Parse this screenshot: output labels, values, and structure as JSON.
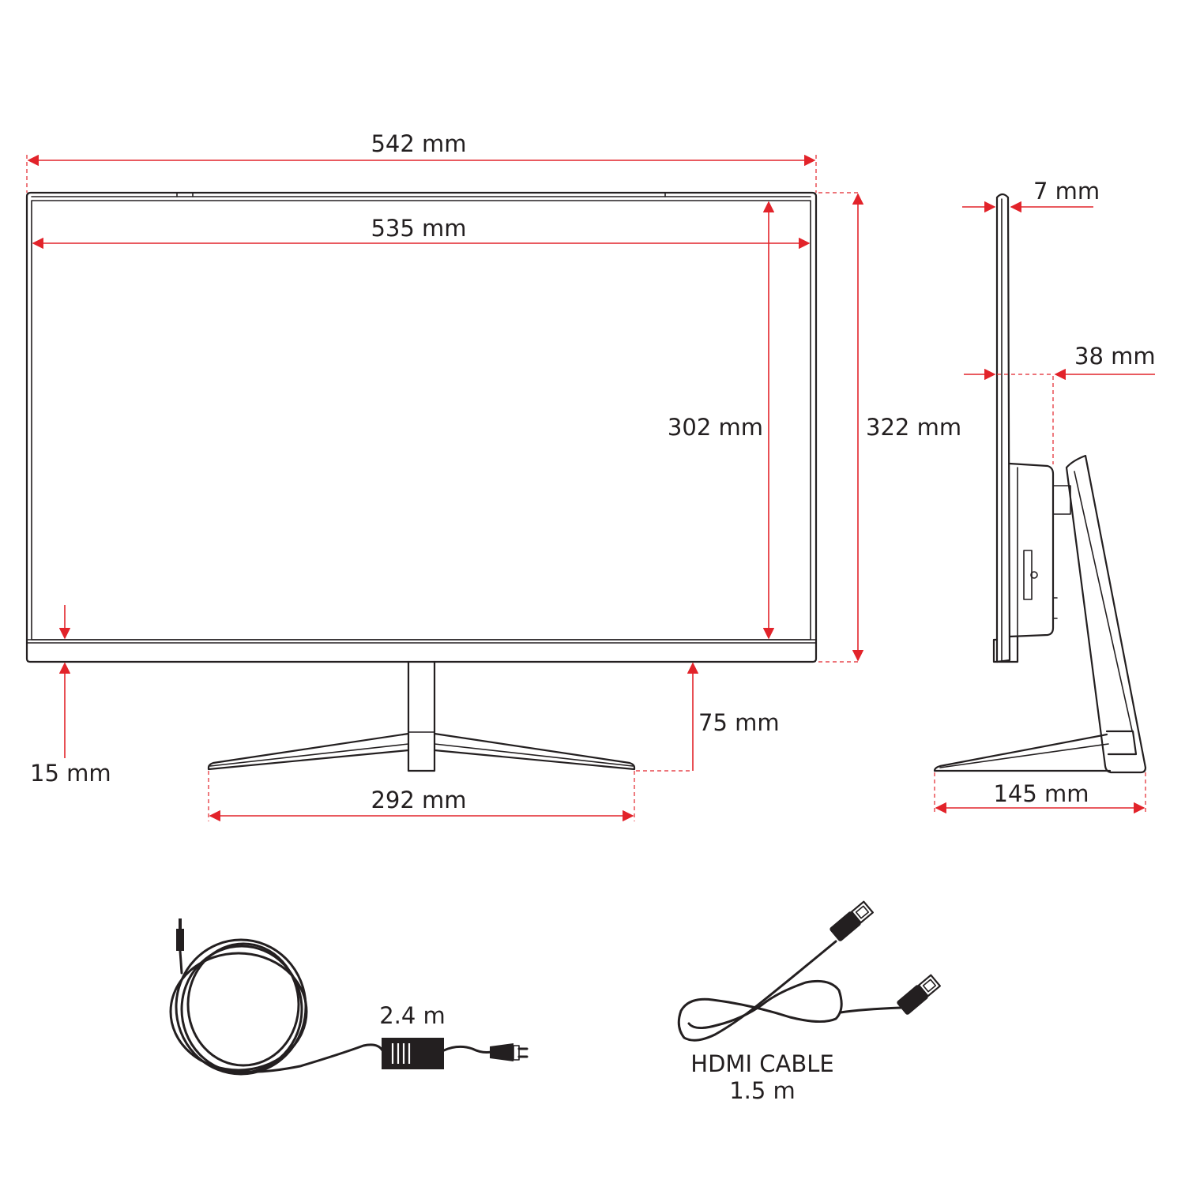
{
  "front_view": {
    "overall_width": "542 mm",
    "screen_width": "535 mm",
    "screen_height": "302 mm",
    "overall_height": "322 mm",
    "bottom_bezel": "15 mm",
    "stand_height": "75 mm",
    "base_width": "292 mm"
  },
  "side_view": {
    "panel_depth": "7 mm",
    "back_depth": "38 mm",
    "base_depth": "145 mm"
  },
  "accessories": {
    "power_cable_length": "2.4 m",
    "hdmi_label": "HDMI CABLE",
    "hdmi_length": "1.5 m"
  },
  "colors": {
    "outline": "#231f20",
    "dimension": "#e2232a"
  }
}
